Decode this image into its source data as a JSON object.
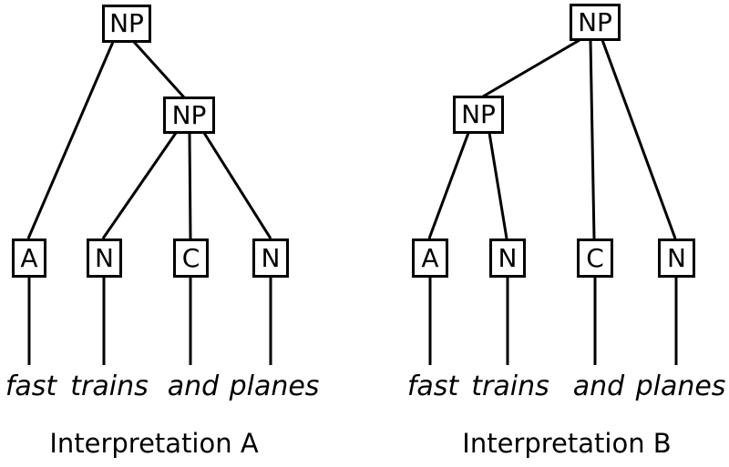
{
  "colors": {
    "background": "#ffffff",
    "line": "#000000",
    "text": "#000000"
  },
  "trees": [
    {
      "caption": "Interpretation A",
      "nodes": {
        "root": "NP",
        "sub": "NP",
        "leaf1": "A",
        "leaf2": "N",
        "leaf3": "C",
        "leaf4": "N"
      },
      "words": {
        "w1": "fast",
        "w2": "trains",
        "w3": "and",
        "w4": "planes"
      }
    },
    {
      "caption": "Interpretation B",
      "nodes": {
        "root": "NP",
        "sub": "NP",
        "leaf1": "A",
        "leaf2": "N",
        "leaf3": "C",
        "leaf4": "N"
      },
      "words": {
        "w1": "fast",
        "w2": "trains",
        "w3": "and",
        "w4": "planes"
      }
    }
  ]
}
